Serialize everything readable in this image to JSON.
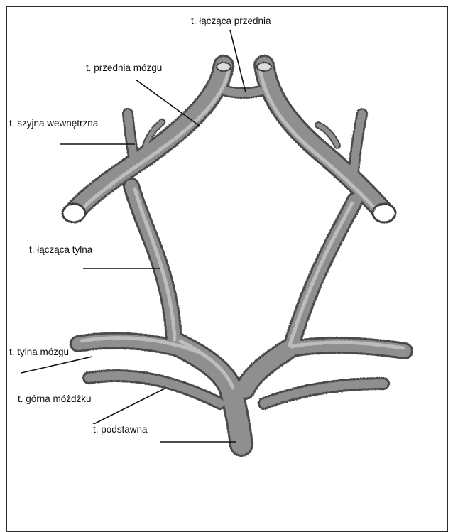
{
  "labels": {
    "anterior_communicating": "t. łącząca przednia",
    "anterior_cerebral": "t. przednia mózgu",
    "internal_carotid": "t. szyjna wewnętrzna",
    "posterior_communicating": "t. łącząca tylna",
    "posterior_cerebral": "t. tylna mózgu",
    "superior_cerebellar": "t. górna móżdżku",
    "basilar": "t. podstawna"
  },
  "colors": {
    "vessel_fill": "#8f8f8f",
    "vessel_shade": "#4a4a4a",
    "vessel_highlight": "#c9c9c9",
    "leader_line": "#111111",
    "frame": "#2b2b2b"
  }
}
